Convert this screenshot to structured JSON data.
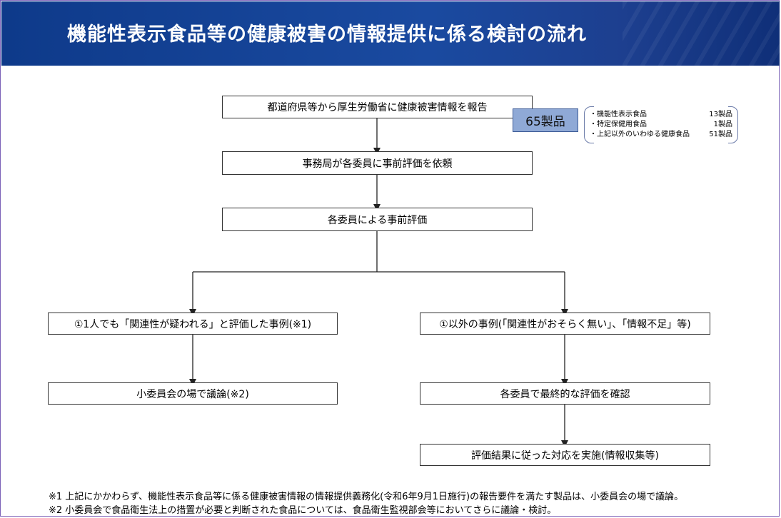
{
  "header": {
    "title": "機能性表示食品等の健康被害の情報提供に係る検討の流れ"
  },
  "flow": {
    "report": "都道府県等から厚生労働省に健康被害情報を報告",
    "request": "事務局が各委員に事前評価を依頼",
    "pre_eval": "各委員による事前評価",
    "left_case": "①1人でも「関連性が疑われる」と評価した事例(※1)",
    "left_next": "小委員会の場で議論(※2)",
    "right_case": "①以外の事例(「関連性がおそらく無い」、「情報不足」等)",
    "right_confirm": "各委員で最終的な評価を確認",
    "right_action": "評価結果に従った対応を実施(情報収集等)"
  },
  "badge": "65製品",
  "breakdown": [
    {
      "name": "・機能性表示食品",
      "count": "13製品"
    },
    {
      "name": "・特定保健用食品",
      "count": "1製品"
    },
    {
      "name": "・上記以外のいわゆる健康食品",
      "count": "51製品"
    }
  ],
  "notes": [
    "※1 上記にかかわらず、機能性表示食品等に係る健康被害情報の情報提供義務化(令和6年9月1日施行)の報告要件を満たす製品は、小委員会の場で議論。",
    "※2 小委員会で食品衛生法上の措置が必要と判断された食品については、食品衛生監視部会等においてさらに議論・検討。"
  ]
}
